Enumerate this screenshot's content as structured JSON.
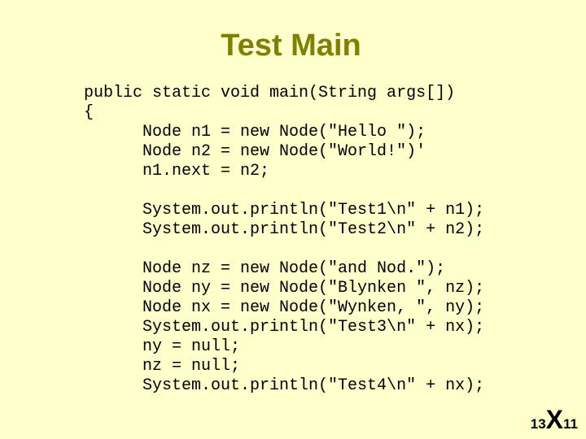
{
  "title": "Test Main",
  "code_lines": [
    "public static void main(String args[])",
    "{",
    "      Node n1 = new Node(\"Hello \");",
    "      Node n2 = new Node(\"World!\")'",
    "      n1.next = n2;",
    "",
    "      System.out.println(\"Test1\\n\" + n1);",
    "      System.out.println(\"Test2\\n\" + n2);",
    "",
    "      Node nz = new Node(\"and Nod.\");",
    "      Node ny = new Node(\"Blynken \", nz);",
    "      Node nx = new Node(\"Wynken, \", ny);",
    "      System.out.println(\"Test3\\n\" + nx);",
    "      ny = null;",
    "      nz = null;",
    "      System.out.println(\"Test4\\n\" + nx);"
  ],
  "slide_number": {
    "left": "13",
    "middle": "X",
    "right": "11"
  }
}
